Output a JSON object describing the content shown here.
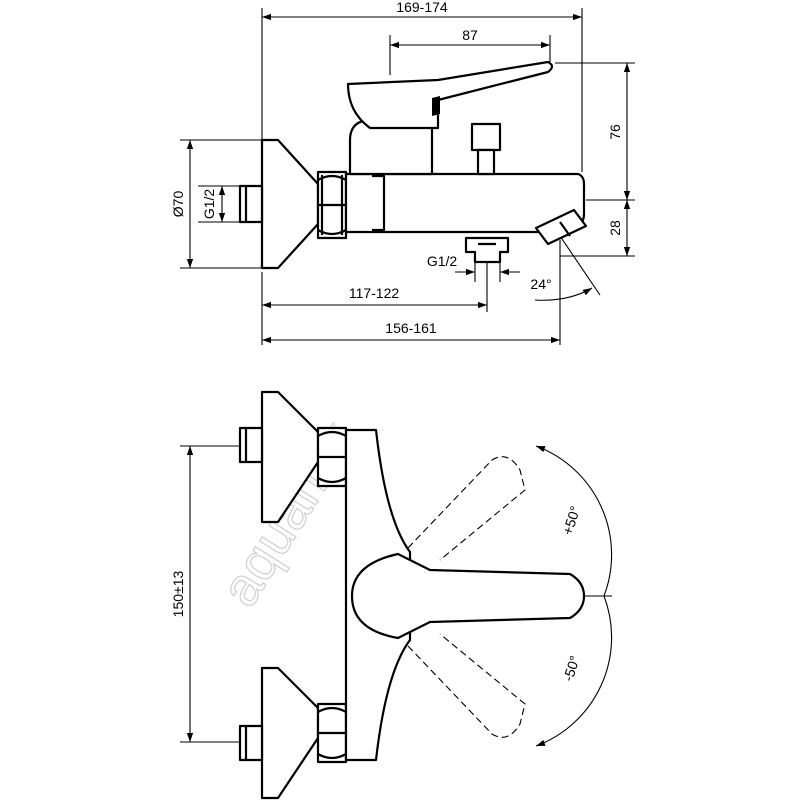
{
  "watermark": "aquamix",
  "side_view": {
    "overall_width": "169-174",
    "lever_length": "87",
    "height_above_axis": "76",
    "spout_drop": "28",
    "flange_diameter": "Ø70",
    "inlet_thread": "G1/2",
    "outlet_thread": "G1/2",
    "outlet_distance": "117-122",
    "spout_angle": "24°",
    "spout_depth": "156-161"
  },
  "top_view": {
    "centre_distance": "150±13",
    "rotation_plus": "+50°",
    "rotation_minus": "-50°"
  }
}
